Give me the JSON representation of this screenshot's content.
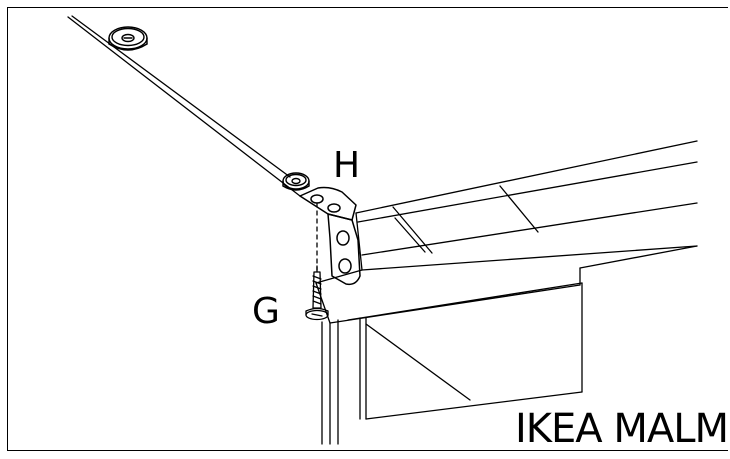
{
  "labels": {
    "bracket": "H",
    "screw": "G"
  },
  "caption": "IKEA MALM",
  "colors": {
    "line": "#000000",
    "background": "#ffffff"
  }
}
